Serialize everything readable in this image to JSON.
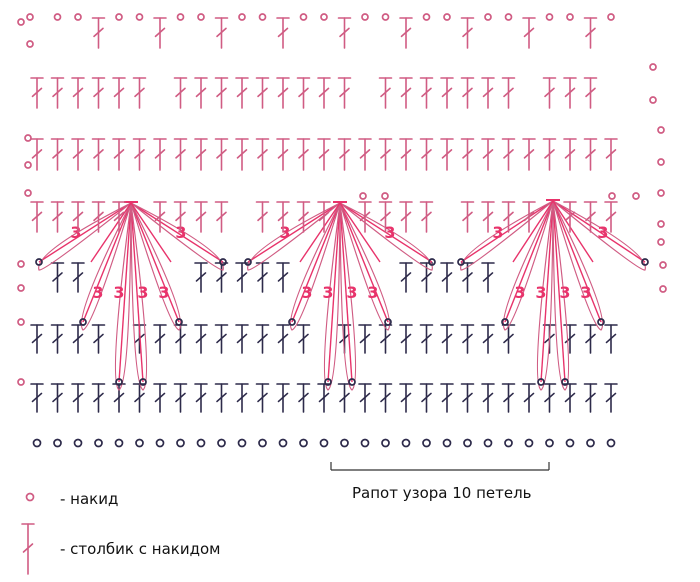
{
  "colors": {
    "background": "#ffffff",
    "symbol_upper": "#d05c83",
    "symbol_lower": "#2d2a4a",
    "fan_highlight": "#e8336b",
    "text": "#111111"
  },
  "icons": [
    "chain-stitch-icon",
    "double-crochet-icon",
    "fan-cluster-icon"
  ],
  "diagram": {
    "fan_count_label": "3",
    "repeat_label": "Рапот узора 10 петель",
    "repeat_stitches": 10
  },
  "legend": {
    "chain": "- накид",
    "double_crochet": "- столбик с накидом"
  }
}
